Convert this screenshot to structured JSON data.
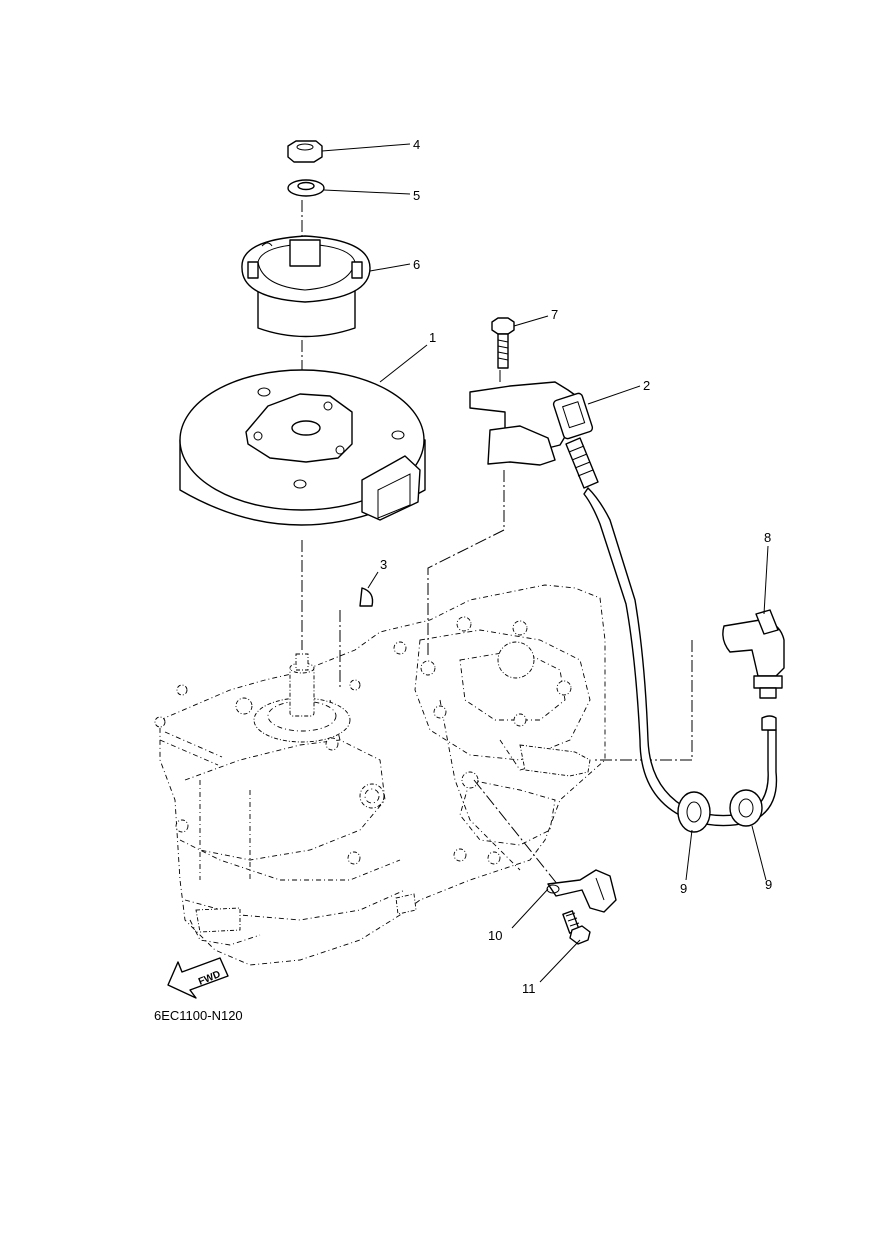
{
  "diagram": {
    "drawing_code": "6EC1100-N120",
    "direction_label": "FWD",
    "callouts": [
      {
        "id": "1",
        "label": "1"
      },
      {
        "id": "2",
        "label": "2"
      },
      {
        "id": "3",
        "label": "3"
      },
      {
        "id": "4",
        "label": "4"
      },
      {
        "id": "5",
        "label": "5"
      },
      {
        "id": "6",
        "label": "6"
      },
      {
        "id": "7",
        "label": "7"
      },
      {
        "id": "8",
        "label": "8"
      },
      {
        "id": "9a",
        "label": "9"
      },
      {
        "id": "9b",
        "label": "9"
      },
      {
        "id": "10",
        "label": "10"
      },
      {
        "id": "11",
        "label": "11"
      }
    ]
  }
}
